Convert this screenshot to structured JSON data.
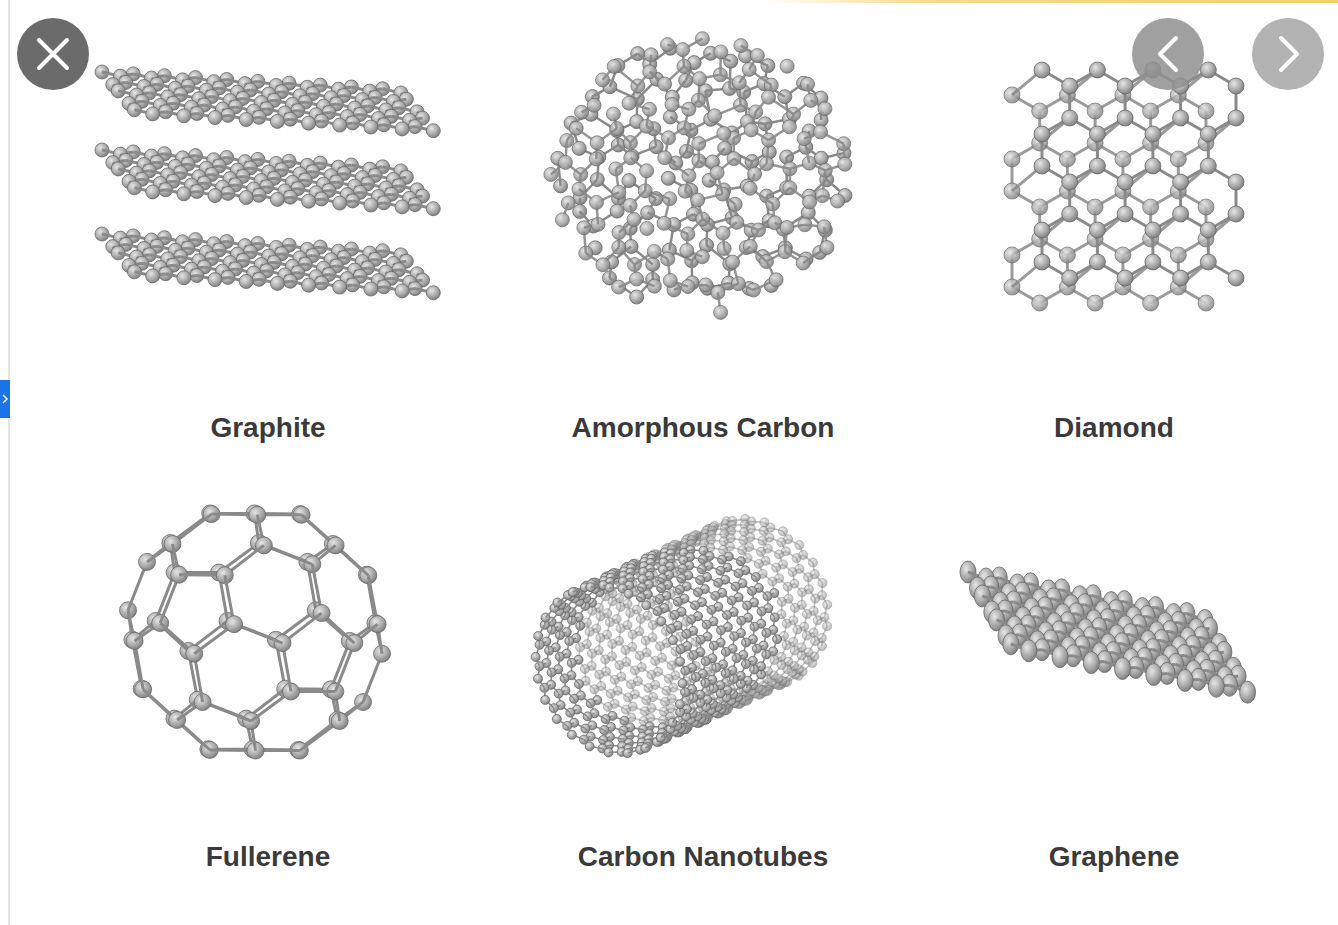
{
  "diagram": {
    "labels": [
      "Graphite",
      "Amorphous Carbon",
      "Diamond",
      "Fullerene",
      "Carbon Nanotubes",
      "Graphene"
    ]
  }
}
